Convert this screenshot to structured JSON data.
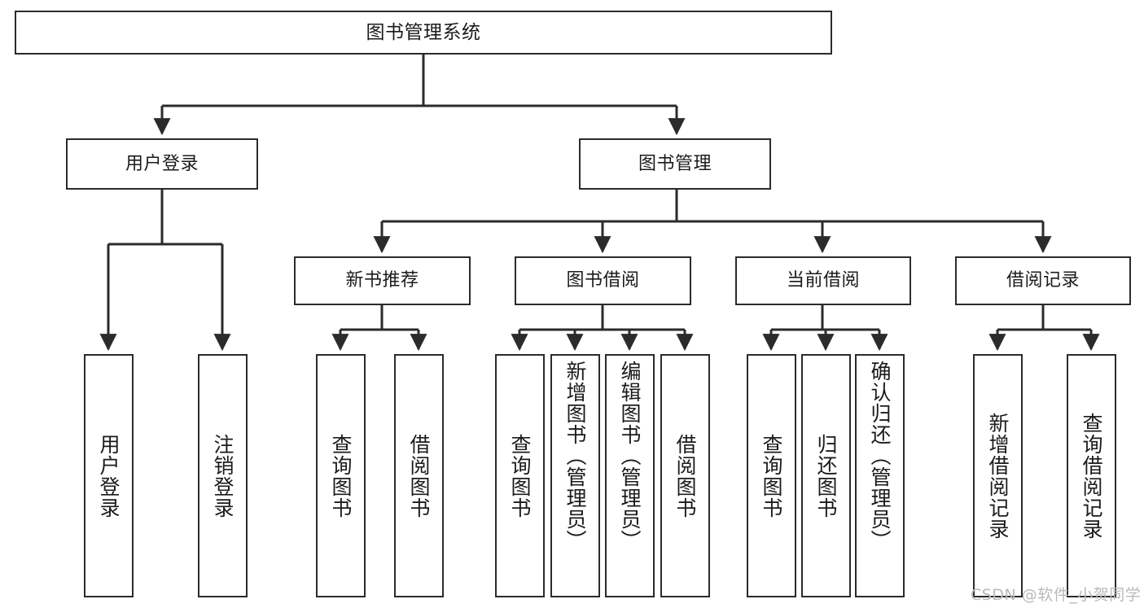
{
  "diagram": {
    "title": "图书管理系统",
    "type": "hierarchy-tree",
    "root": {
      "label": "图书管理系统"
    },
    "level2": [
      {
        "label": "用户登录"
      },
      {
        "label": "图书管理"
      }
    ],
    "level3": [
      {
        "label": "新书推荐"
      },
      {
        "label": "图书借阅"
      },
      {
        "label": "当前借阅"
      },
      {
        "label": "借阅记录"
      }
    ],
    "leaves": {
      "user_login": [
        {
          "label": "用户登录"
        },
        {
          "label": "注销登录"
        }
      ],
      "new_book_recommend": [
        {
          "label": "查询图书"
        },
        {
          "label": "借阅图书"
        }
      ],
      "book_borrow": [
        {
          "label": "查询图书"
        },
        {
          "label": "新增图书（管理员）"
        },
        {
          "label": "编辑图书（管理员）"
        },
        {
          "label": "借阅图书"
        }
      ],
      "current_borrow": [
        {
          "label": "查询图书"
        },
        {
          "label": "归还图书"
        },
        {
          "label": "确认归还（管理员）"
        }
      ],
      "borrow_record": [
        {
          "label": "新增借阅记录"
        },
        {
          "label": "查询借阅记录"
        }
      ]
    },
    "watermark": "CSDN @软件_小贺同学",
    "colors": {
      "box_border": "#2b2b2b",
      "box_fill": "#ffffff",
      "text": "#1b1b1b",
      "connector": "#2b2b2b",
      "watermark": "#b9b9b9",
      "background": "#ffffff"
    }
  }
}
